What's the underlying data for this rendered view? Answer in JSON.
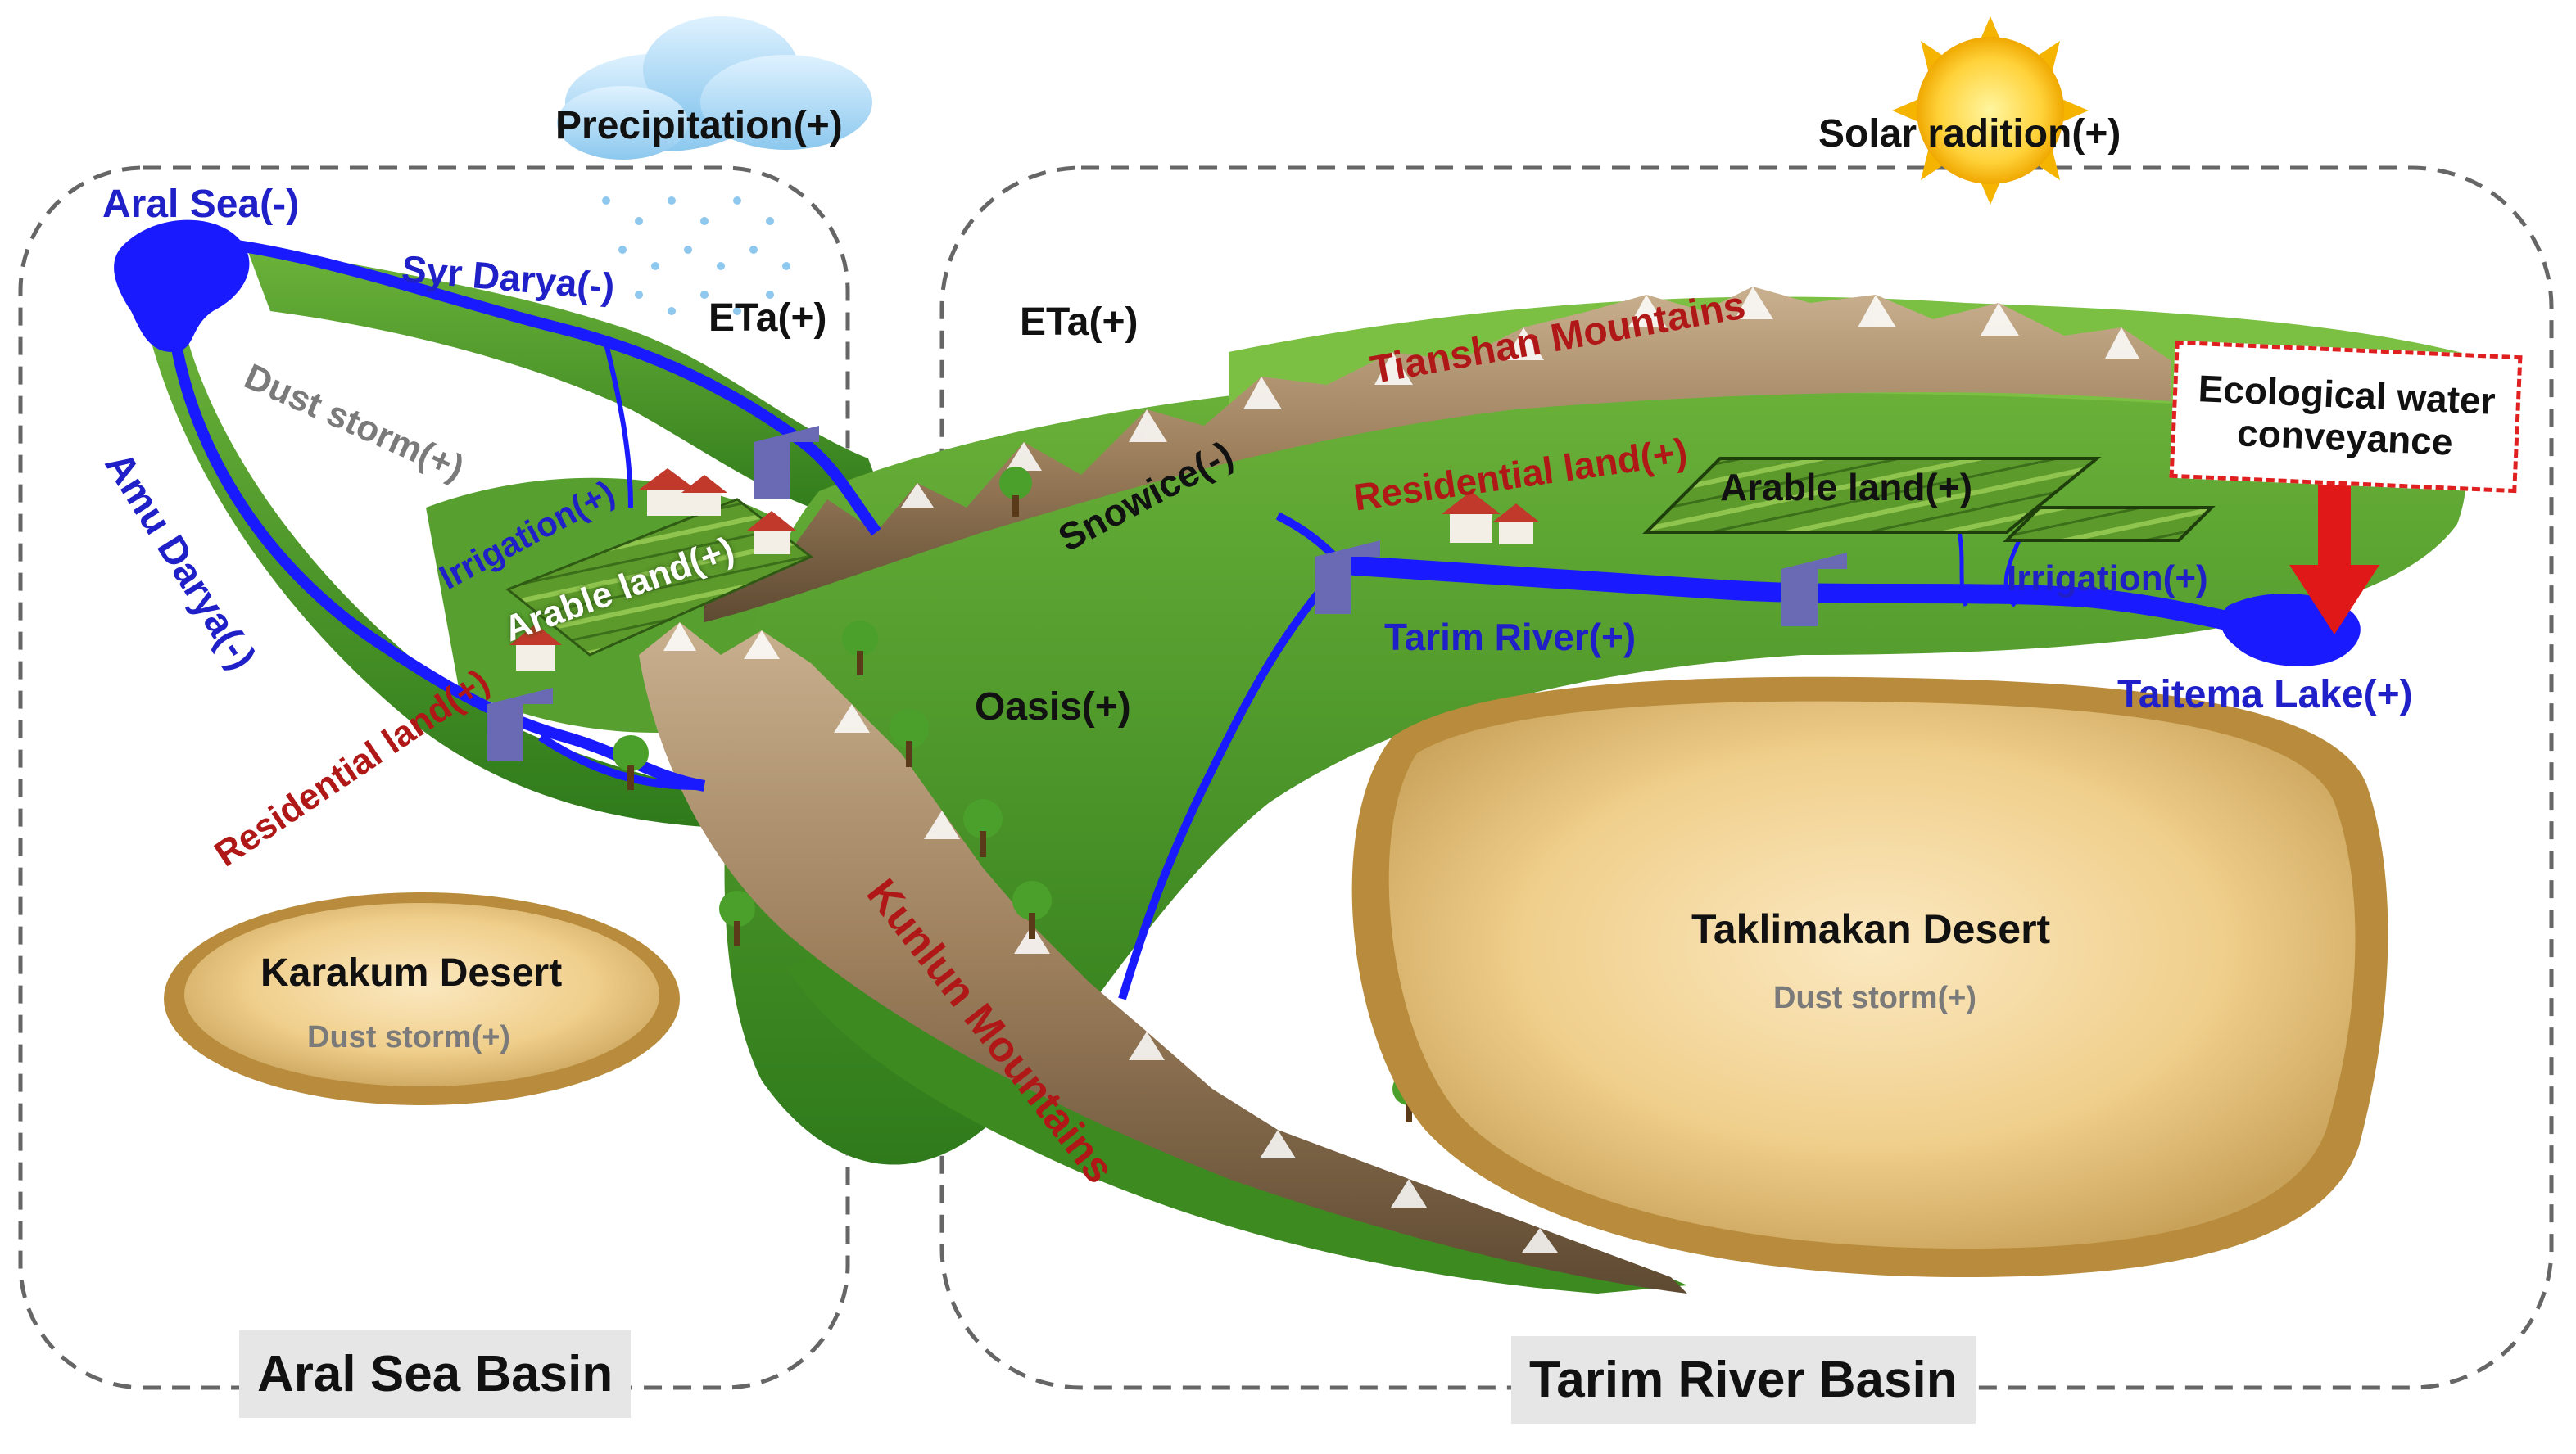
{
  "atmosphere": {
    "precipitation": "Precipitation(+)",
    "solar": "Solar radition(+)"
  },
  "aral": {
    "sea": "Aral Sea(-)",
    "syr": "Syr Darya(-)",
    "amu": "Amu Darya(-)",
    "dust": "Dust storm(+)",
    "eta": "ETa(+)",
    "irrigation": "Irrigation(+)",
    "arable": "Arable land(+)",
    "residential": "Residential land(+)",
    "desert": "Karakum Desert",
    "desert_dust": "Dust storm(+)",
    "basin": "Aral Sea Basin"
  },
  "tarim": {
    "eta": "ETa(+)",
    "tianshan": "Tianshan Mountains",
    "snowice": "Snowice(-)",
    "residential": "Residential land(+)",
    "arable": "Arable land(+)",
    "eco_line1": "Ecological water",
    "eco_line2": "conveyance",
    "irrigation": "Irrigation(+)",
    "river": "Tarim River(+)",
    "lake": "Taitema Lake(+)",
    "oasis": "Oasis(+)",
    "kunlun": "Kunlun Mountains",
    "desert": "Taklimakan Desert",
    "desert_dust": "Dust storm(+)",
    "basin": "Tarim River Basin"
  },
  "colors": {
    "water": "#1a1aff",
    "land": "#3f8f22",
    "desert": "#e8c27a",
    "arrow": "#e01818",
    "boundary": "#666666"
  }
}
